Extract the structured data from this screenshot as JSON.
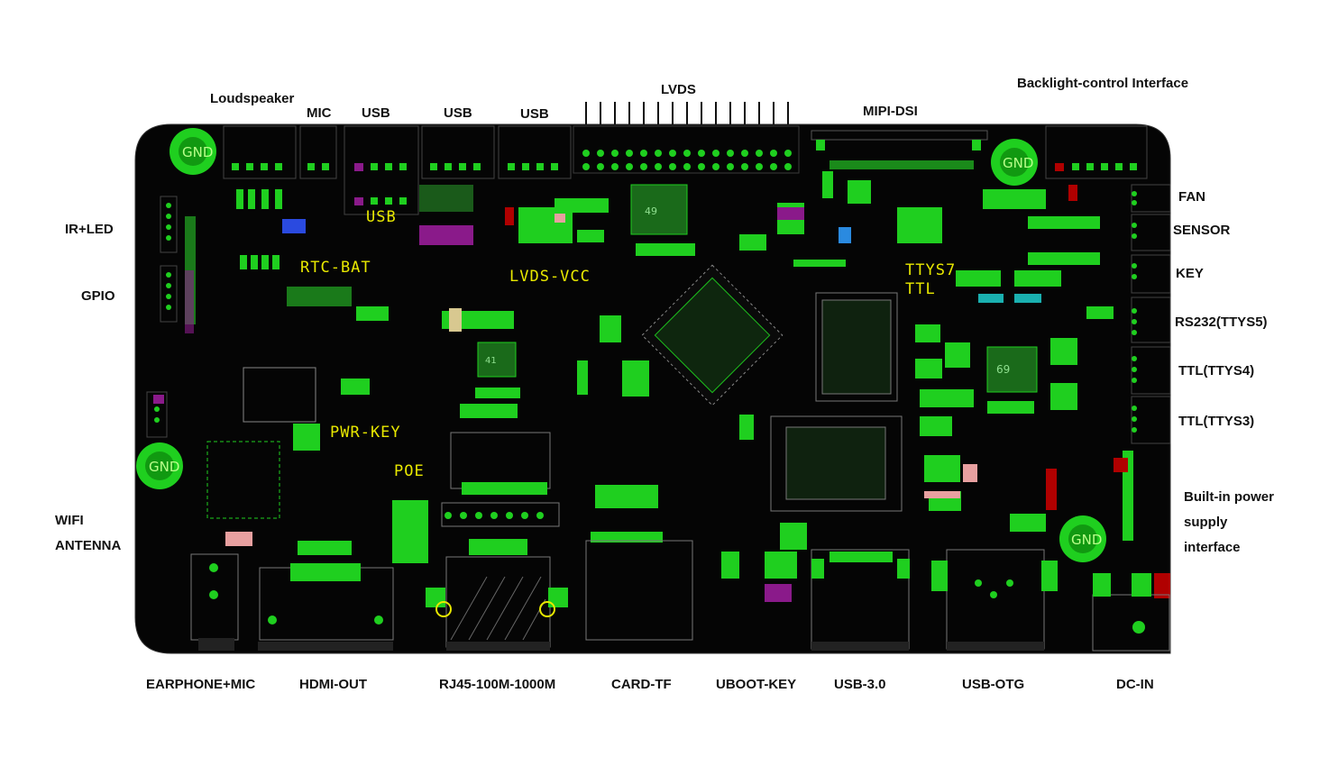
{
  "labels": {
    "top": {
      "loudspeaker": "Loudspeaker",
      "mic": "MIC",
      "usb1": "USB",
      "usb2": "USB",
      "usb3": "USB",
      "lvds": "LVDS",
      "mipi_dsi": "MIPI-DSI",
      "backlight": "Backlight-control Interface"
    },
    "left": {
      "ir_led": "IR+LED",
      "gpio": "GPIO",
      "wifi": "WIFI",
      "antenna": "ANTENNA"
    },
    "right": {
      "fan": "FAN",
      "sensor": "SENSOR",
      "key": "KEY",
      "rs232": "RS232(TTYS5)",
      "ttl4": "TTL(TTYS4)",
      "ttl3": "TTL(TTYS3)",
      "power_1": "Built-in power",
      "power_2": "supply",
      "power_3": "interface"
    },
    "bottom": {
      "earphone": "EARPHONE+MIC",
      "hdmi": "HDMI-OUT",
      "rj45": "RJ45-100M-1000M",
      "card": "CARD-TF",
      "uboot": "UBOOT-KEY",
      "usb30": "USB-3.0",
      "usbotg": "USB-OTG",
      "dcin": "DC-IN"
    }
  },
  "silkscreen": {
    "usb": "USB",
    "rtc_bat": "RTC-BAT",
    "lvds_vcc": "LVDS-VCC",
    "ttys7": "TTYS7",
    "ttl": "TTL",
    "pwr_key": "PWR-KEY",
    "poe": "POE",
    "gnd": "GND",
    "chip1": "49",
    "chip2": "41",
    "chip3": "69"
  },
  "colors": {
    "board": "#050505",
    "pad": "#1fcf1f",
    "silk_yellow": "#e8e800",
    "accent_purple": "#8a1a8a",
    "accent_red": "#b00000"
  }
}
